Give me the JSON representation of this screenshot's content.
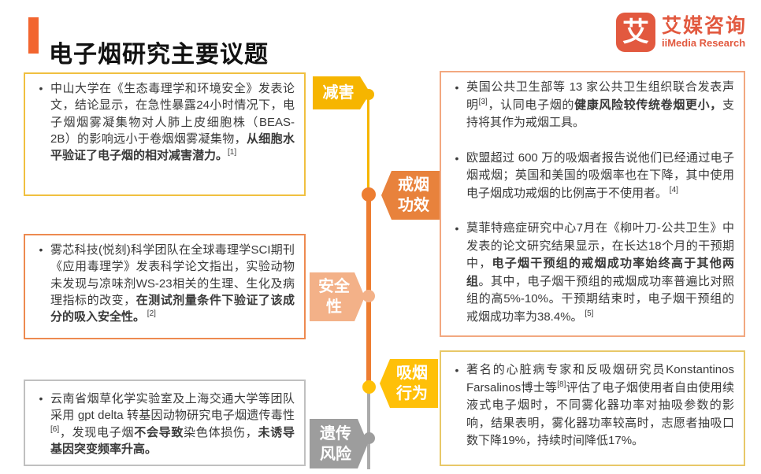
{
  "title": "电子烟研究主要议题",
  "logo": {
    "mark": "艾",
    "name_cn": "艾媒咨询",
    "name_en": "iiMedia Research"
  },
  "bullet_char": "•",
  "colors": {
    "accent_orange": "#F2652F",
    "logo_orange": "#E2593F",
    "gold": "#F6B500",
    "orange": "#ED7D31",
    "salmon": "#F3B188",
    "bright_gold": "#FFC008",
    "gray": "#9D9D9D",
    "line_gray": "#ABABAB"
  },
  "timeline": {
    "items": [
      {
        "label": "减害",
        "color": "#F6B500",
        "side": "left"
      },
      {
        "label": "戒烟\n功效",
        "color": "#E8823C",
        "side": "right"
      },
      {
        "label": "安全\n性",
        "color": "#F3B188",
        "side": "left"
      },
      {
        "label": "吸烟\n行为",
        "color": "#FFC008",
        "side": "right"
      },
      {
        "label": "遗传\n风险",
        "color": "#9D9D9D",
        "side": "left"
      }
    ]
  },
  "left_boxes": [
    {
      "topic": "减害",
      "border": "#F0C040",
      "bullets": [
        {
          "segments": [
            {
              "t": "中山大学在《生态毒理学和环境安全》发表论文，结论显示，在急性暴露24小时情况下，电子烟烟雾凝集物对人肺上皮细胞株（BEAS-2B）的影响远小于卷烟烟雾凝集物，"
            },
            {
              "t": "从细胞水平验证了电子烟的相对减害潜力。",
              "b": true
            },
            {
              "t": "[1]",
              "sup": true
            }
          ]
        }
      ]
    },
    {
      "topic": "安全性",
      "border": "#ED8A50",
      "bullets": [
        {
          "segments": [
            {
              "t": "雾芯科技(悦刻)科学团队在全球毒理学SCI期刊《应用毒理学》发表科学论文指出，实验动物未发现与凉味剂WS-23相关的生理、生化及病理指标的改变，"
            },
            {
              "t": "在测试剂量条件下验证了该成分的吸入安全性。",
              "b": true
            },
            {
              "t": " [2]",
              "sup": true
            }
          ]
        }
      ]
    },
    {
      "topic": "遗传风险",
      "border": "#C0C0C0",
      "bullets": [
        {
          "segments": [
            {
              "t": "云南省烟草化学实验室及上海交通大学等团队采用 gpt delta 转基因动物研究电子烟遗传毒性"
            },
            {
              "t": "[6]",
              "sup": true
            },
            {
              "t": "，发现电子烟"
            },
            {
              "t": "不会导致",
              "b": true
            },
            {
              "t": "染色体损伤，"
            },
            {
              "t": "未诱导基因突变频率升高。",
              "b": true
            }
          ]
        }
      ]
    }
  ],
  "right_boxes": [
    {
      "topic": "戒烟功效",
      "border": "#F2A880",
      "bullets": [
        {
          "segments": [
            {
              "t": "英国公共卫生部等 13 家公共卫生组织联合发表声明"
            },
            {
              "t": "[3]",
              "sup": true
            },
            {
              "t": "，认同电子烟的"
            },
            {
              "t": "健康风险较传统卷烟更小，",
              "b": true
            },
            {
              "t": "支持将其作为戒烟工具。"
            }
          ]
        },
        {
          "segments": [
            {
              "t": "欧盟超过 600 万的吸烟者报告说他们已经通过电子烟戒烟；英国和美国的吸烟率也在下降，其中使用电子烟成功戒烟的比例高于不使用者。"
            },
            {
              "t": " [4]",
              "sup": true
            }
          ]
        },
        {
          "segments": [
            {
              "t": "莫菲特癌症研究中心7月在《柳叶刀-公共卫生》中发表的论文研究结果显示，在长达18个月的干预期中，"
            },
            {
              "t": "电子烟干预组的戒烟成功率始终高于其他两组",
              "b": true
            },
            {
              "t": "。其中，电子烟干预组的戒烟成功率普遍比对照组的高5%-10%。干预期结束时，电子烟干预组的戒烟成功率为38.4%。"
            },
            {
              "t": " [5]",
              "sup": true
            }
          ]
        }
      ]
    },
    {
      "topic": "吸烟行为",
      "border": "#E8C868",
      "bullets": [
        {
          "segments": [
            {
              "t": "著名的心脏病专家和反吸烟研究员Konstantinos Farsalinos博士等"
            },
            {
              "t": "[8]",
              "sup": true
            },
            {
              "t": "评估了电子烟使用者自由使用续液式电子烟时，不同雾化器功率对抽吸参数的影响，结果表明，雾化器功率较高时，志愿者抽吸口数下降19%，持续时间降低17%。"
            }
          ]
        }
      ]
    }
  ]
}
